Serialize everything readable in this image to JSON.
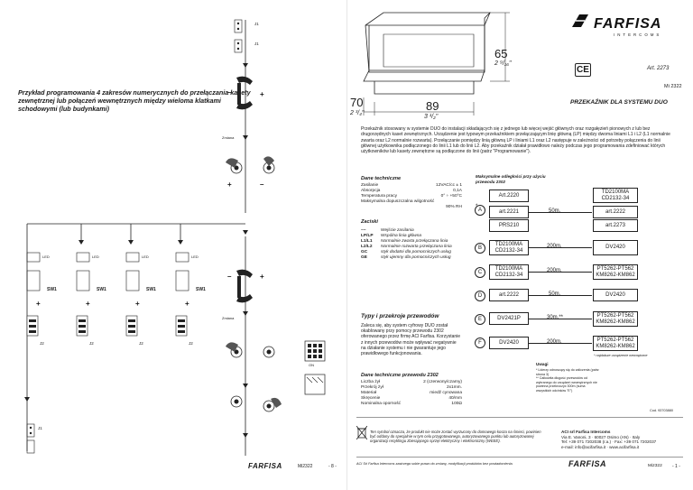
{
  "left_page": {
    "title": "Przykład programowania 4 zakresów numerycznych do przełączania kasety zewnętrznej lub połączeń wewnętrznych między wieloma klatkami schodowymi (lub budynkami)",
    "labels": {
      "sw1": "SW1",
      "led": "LED",
      "plus": "+",
      "minus": "–",
      "j1": "J1",
      "j2": "J2",
      "zmiana": "Zmiana",
      "on": "ON"
    },
    "footer": {
      "brand": "FARFISA",
      "code": "Mi2322",
      "page": "- 8 -"
    }
  },
  "right_page": {
    "brand": {
      "name": "FARFISA",
      "sub": "INTERCOMS"
    },
    "dimensions": {
      "height": "65",
      "height_in": "2 ⁹/₁₆\"",
      "depth": "70",
      "depth_in": "2 ³/₄\"",
      "width": "89",
      "width_in": "3 ¹/₂\""
    },
    "ce_mark": "CE",
    "article": "Art. 2273",
    "mi": "Mi 2322",
    "product_title": "PRZEKAŹNIK DLA SYSTEMU DUO",
    "intro": "Przekaźnik stosowany w systemie DUO do instalacji składających się z jednego lub więcej wejść głównych oraz rozgałęzień pionowych z lub bez drugorzędnych kaset zewnętrznych. Urządzenie jest typowym przekaźnikiem przełączającym linię główną (LP) między dwoma liniami L1 i L2 (L1 normalnie zwarta oraz L2 normalnie rozwarta). Przełączanie pomiędzy linią główną LP i liniami L1 oraz L2 następuje w zależności od potrzeby połączenia do linii głównej użytkownika podłączonego do linii L1 lub do linii L2. Aby przekaźnik działał prawidłowo należy podczas jego programowania zdefiniować których użytkowników lub kasety zewnętrzne są podłączone do linii (patrz \"Programowanie\").",
    "tech": {
      "title": "Dane techniczne",
      "rows": [
        {
          "k": "Zasilanie",
          "v": "12VAC/cc ± 1"
        },
        {
          "k": "Absorpcja",
          "v": "0,1A"
        },
        {
          "k": "Temperatura pracy",
          "v": "0° ÷ +50°C"
        },
        {
          "k": "Maksymalna dopuszczalna wilgotność",
          "v": "90% RH"
        }
      ]
    },
    "terminals": {
      "title": "Zaciski",
      "rows": [
        {
          "k": "~~",
          "v": "Wejście zasilania"
        },
        {
          "k": "LP/LP",
          "v": "Wspólna linia główna"
        },
        {
          "k": "L1/L1",
          "v": "Normalnie zwarta przełączana linia"
        },
        {
          "k": "L2/L2",
          "v": "Normalnie rozwarta przełączana linia"
        },
        {
          "k": "GC",
          "v": "styk dodatni dla pomocniczych usług"
        },
        {
          "k": "GE",
          "v": "styk ujemny dla pomocniczych usług"
        }
      ]
    },
    "distances_title": "Maksymalne odległości przy użyciu przewodu 2302",
    "distances": [
      {
        "letter": "A",
        "left": "Art.2220",
        "dist": "",
        "right": "TD2100MA CD2132-34"
      },
      {
        "letter": "",
        "left": "art.2221",
        "dist": "50m.",
        "right": "art.2222"
      },
      {
        "letter": "",
        "left": "PRS210",
        "dist": "",
        "right": "art.2273"
      },
      {
        "letter": "B",
        "left": "TD2100MA CD2132-34",
        "dist": "200m.",
        "right": "DV2420"
      },
      {
        "letter": "C",
        "left": "TD2100MA CD2132-34",
        "dist": "200m.",
        "right": "PT5262-PT562 KM8262-KM862"
      },
      {
        "letter": "D",
        "left": "art.2222",
        "dist": "50m.",
        "right": "DV2420"
      },
      {
        "letter": "E",
        "left": "DV2421P",
        "dist": "30m.**",
        "right": "PT5262-PT562 KM8262-KM862"
      },
      {
        "letter": "F",
        "left": "DV2420",
        "dist": "200m.",
        "right": "PT5262-PT562 KM8262-KM862"
      }
    ],
    "external_note": "* najdalsze urządzenie wewnętrzne",
    "notes_title": "Uwagi",
    "notes": [
      "* Liderzy odnoszący się do zaliczenia (patrz strona 3)",
      "** Całkowita długość przewodów od wybranego do urządzeń wewnętrznych nie powinna przekroczyć 300m (suma wszystkich odcinków \"E\")"
    ],
    "types": {
      "title": "Typy i przekroje przewodów",
      "text": "Zaleca się, aby system cyfrowy DUO został okablowany przy pomocy przewodu 2302 oferowanego przez firmę ACI Farfisa. Korzystanie z innych przewodów może wpływać negatywnie na działanie systemu i nie gwarantuje jego prawidłowego funkcjonowania."
    },
    "cable": {
      "title": "Dane techniczne przewodu 2302",
      "rows": [
        {
          "k": "Liczba żył",
          "v": "2 (czerwony/czarny)"
        },
        {
          "k": "Przekrój żył",
          "v": "2x1mm."
        },
        {
          "k": "Materiał",
          "v": "miedź cynowana"
        },
        {
          "k": "Skręcenie",
          "v": "40/mm"
        },
        {
          "k": "Nominalna oporność",
          "v": "100Ω"
        }
      ]
    },
    "cod": "Cod. 93703880",
    "weee": "Ten symbol oznacza, że produkt nie może zostać wyrzucony do domowego kosza na śmieci, powinien być oddany do specjalnie w tym celu przygotowanego, autoryzowanego punktu lub autoryzowanej organizacji recyklingu zbierającego sprzęt elektryczny i elektroniczny (WEEE).",
    "company": {
      "name": "ACI srl Farfisa Intercoms",
      "address": "Via E. Vanoni, 3 · 60027 Osimo (AN) · Italy",
      "phone": "Tel: +39 071 7202038 (r.a.) · Fax: +39 071 7202037",
      "web": "e-mail: info@acifarfisa.it · www.acifarfisa.it"
    },
    "footer": {
      "rights": "ACI Srl Farfisa Intercoms zastrzega sobie prawo do zmiany, modyfikacji produktów bez powiadomienia.",
      "brand": "FARFISA",
      "code": "Mi2322",
      "page": "- 1 -"
    }
  }
}
